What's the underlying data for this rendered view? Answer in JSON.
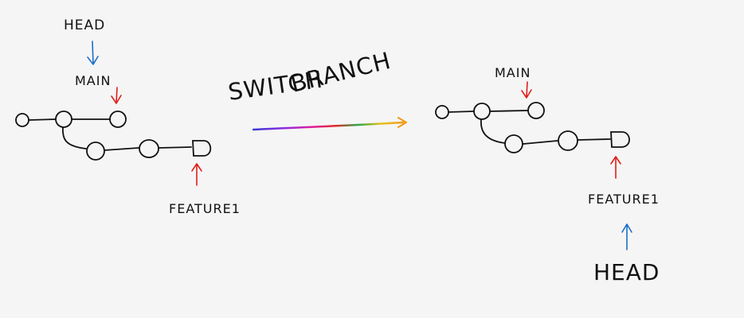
{
  "before": {
    "head_label": "HEAD",
    "main_label": "MAIN",
    "feature_label": "FEATURE1"
  },
  "action": {
    "line1": "SWITCH",
    "line2": "BRANCH"
  },
  "after": {
    "main_label": "MAIN",
    "feature_label": "FEATURE1",
    "head_label": "HEAD"
  },
  "colors": {
    "ink": "#111111",
    "branch_pointer": "#e0201b",
    "head_pointer": "#1d6fc6",
    "background": "#f5f5f5"
  }
}
